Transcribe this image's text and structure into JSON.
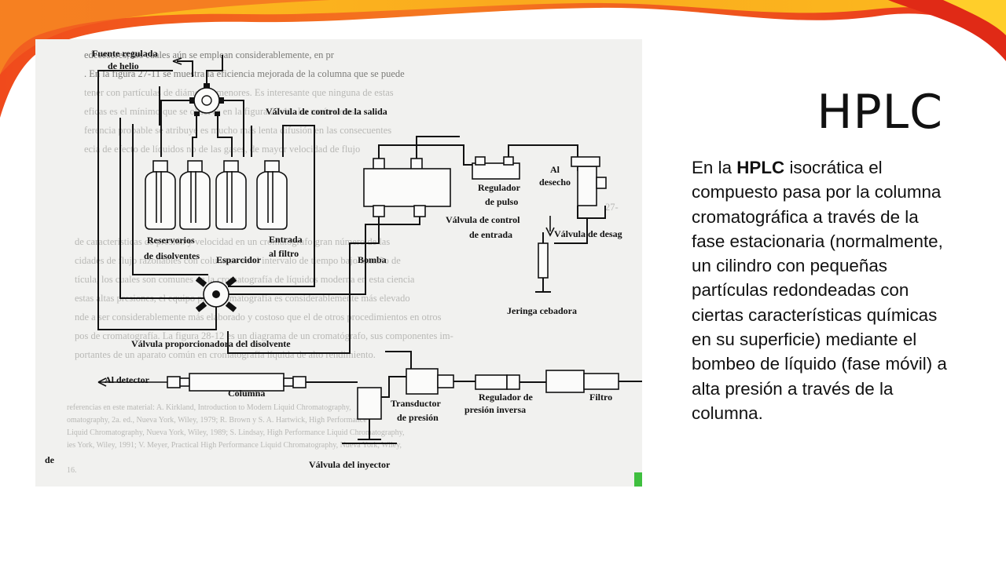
{
  "slide": {
    "title": "HPLC",
    "body": {
      "pre": "En la ",
      "bold": "HPLC",
      "post": " isocrática el compuesto pasa por la columna cromatográfica a través de la fase estacionaria (normalmente, un cilindro con pequeñas partículas redondeadas con ciertas características químicas en su superficie) mediante el bombeo de líquido (fase móvil) a alta presión a través de la columna."
    }
  },
  "figure": {
    "labels": {
      "helium_l1": "Fuente regulada",
      "helium_l2": "de helio",
      "outlet_valve": "Válvula de control de la salida",
      "reservoirs_l1": "Reservorios",
      "reservoirs_l2": "de disolventes",
      "sparger": "Esparcidor",
      "filter_inlet_l1": "Entrada",
      "filter_inlet_l2": "al filtro",
      "pump": "Bomba",
      "inlet_valve_l1": "Válvula de control",
      "inlet_valve_l2": "de entrada",
      "pulse_reg_l1": "Regulador",
      "pulse_reg_l2": "de pulso",
      "to_waste_l1": "Al",
      "to_waste_l2": "desecho",
      "drain_valve": "Válvula de desag",
      "priming_syringe": "Jeringa cebadora",
      "proportioning_valve": "Válvula proporcionadora del disolvente",
      "to_detector": "Al detector",
      "column": "Columna",
      "filter": "Filtro",
      "back_pressure_l1": "Regulador de",
      "back_pressure_l2": "presión inversa",
      "transducer_l1": "Transductor",
      "transducer_l2": "de presión",
      "injector_valve": "Válvula del inyector",
      "margin_de": "de"
    },
    "background_text": [
      "edecesores, los cuales aún se emplean considerablemente, en pr",
      ". En la figura 27-11 se muestra la eficiencia mejorada de la columna que se puede",
      "tener con partículas de diámetros menores. Es interesante que ninguna de estas",
      "eficas es el mínimo que se observa en la figura 27-11. La razón de esta",
      "ferencia probable se atribuye es mucho más lenta difusión en las consecuentes",
      "ecia de efecto de líquidos no de las gases, de mayor velocidad de flujo",
      "27-",
      "de características de presión y velocidad en un cromatógrafo gran número de las",
      "cidades de flujo razonables con columnas en el intervalo de tiempo bajo tamaño de",
      "tícula, los cuales son comunes en la cromatografía de líquidos moderna en esta ciencia",
      "estas altas presiones, el equipo para cromatografía es considerablemente más elevado",
      "nde a ser considerablemente más elaborado y costoso que el de otros procedimientos en otros",
      "pos de cromatografía. La figura 28-12 es un diagrama de un cromatógrafo, sus componentes im-",
      "portantes de un aparato común en cromatografía líquida de alto rendimiento.",
      "referencias en este material: A. Kirkland, Introduction to Modern Liquid Chromatography,",
      "omatography, 2a. ed., Nueva York, Wiley, 1979; R. Brown y S. A. Hartwick, High Performance",
      "Liquid Chromatography, Nueva York, Wiley, 1989; S. Lindsay, High Performance Liquid Chromatography,",
      "ies York, Wiley, 1991; V. Meyer, Practical High Performance Liquid Chromatography, Nueva York, Wiley,",
      "16."
    ]
  },
  "colors": {
    "flame_red": "#e8301a",
    "flame_orange": "#f58b1f",
    "flame_yellow": "#ffd21f",
    "figure_bg": "#f1f1ef",
    "accent_green": "#3fbf3f"
  }
}
